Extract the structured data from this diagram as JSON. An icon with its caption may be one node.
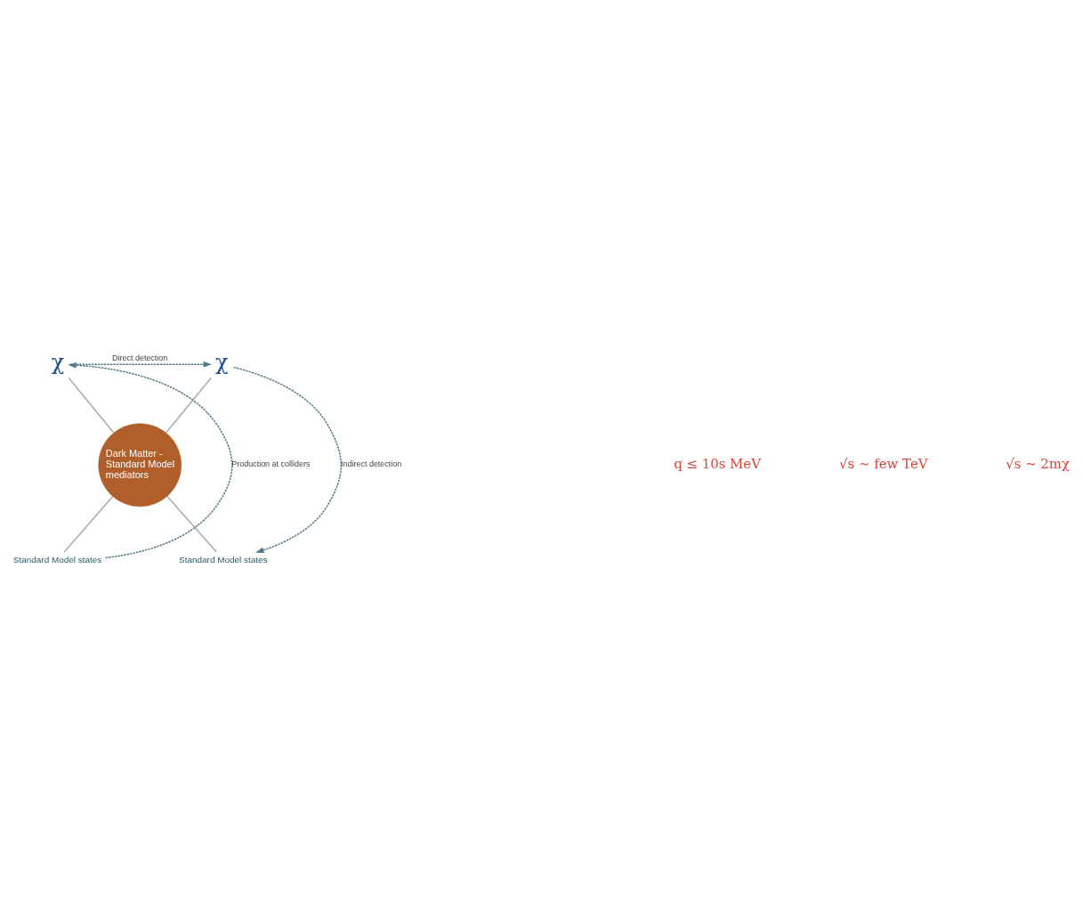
{
  "diagram": {
    "nodes": [
      {
        "text": [
          "χ"
        ]
      },
      {
        "text": [
          "χ"
        ]
      },
      {
        "text": [
          "Dark Matter - Standard Model mediators"
        ]
      },
      {
        "text": [
          "Standard Model states"
        ]
      },
      {
        "text": [
          "Standard Model states"
        ]
      }
    ],
    "edges": [
      {
        "from": 0,
        "to": 2,
        "arrow": "none"
      },
      {
        "from": 1,
        "to": 2,
        "arrow": "none"
      },
      {
        "from": 2,
        "to": 3,
        "arrow": "none"
      },
      {
        "from": 2,
        "to": 4,
        "arrow": "none"
      },
      {
        "from": 3,
        "to": 0,
        "arrow": "to",
        "label": "Production at colliders",
        "style": "dashed",
        "color": "#527a87"
      },
      {
        "from": 0,
        "to": 1,
        "arrow": "to",
        "label": "Direct detection",
        "style": "dashed",
        "color": "#527a87"
      },
      {
        "from": 1,
        "to": 4,
        "arrow": "to",
        "label": "Indirect detection",
        "style": "dashed",
        "color": "#527a87"
      }
    ],
    "labels": [
      "q ≤ 10s MeV",
      "√s ∼ few TeV",
      "√s ∼ 2mχ"
    ]
  }
}
